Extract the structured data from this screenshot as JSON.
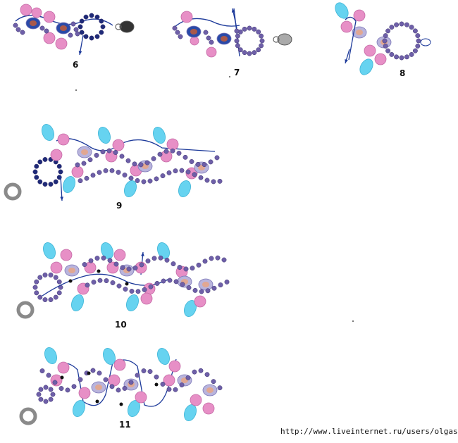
{
  "steps": [
    {
      "label": "6"
    },
    {
      "label": "7"
    },
    {
      "label": "8"
    },
    {
      "label": "9"
    },
    {
      "label": "10"
    },
    {
      "label": "11"
    }
  ],
  "credit": {
    "url": "http://www.liveinternet.ru/users/olgashv/"
  },
  "colors": {
    "seed_bead": "#6e5fa8",
    "seed_bead_dark": "#1e2a78",
    "pink_pearl": "#e78fc6",
    "blue_drop": "#66d3f0",
    "crystal": "#b9b4dc",
    "crystal_core": "#e8a585",
    "thread": "#1d3a9a",
    "ring": "#8a8a8a"
  }
}
